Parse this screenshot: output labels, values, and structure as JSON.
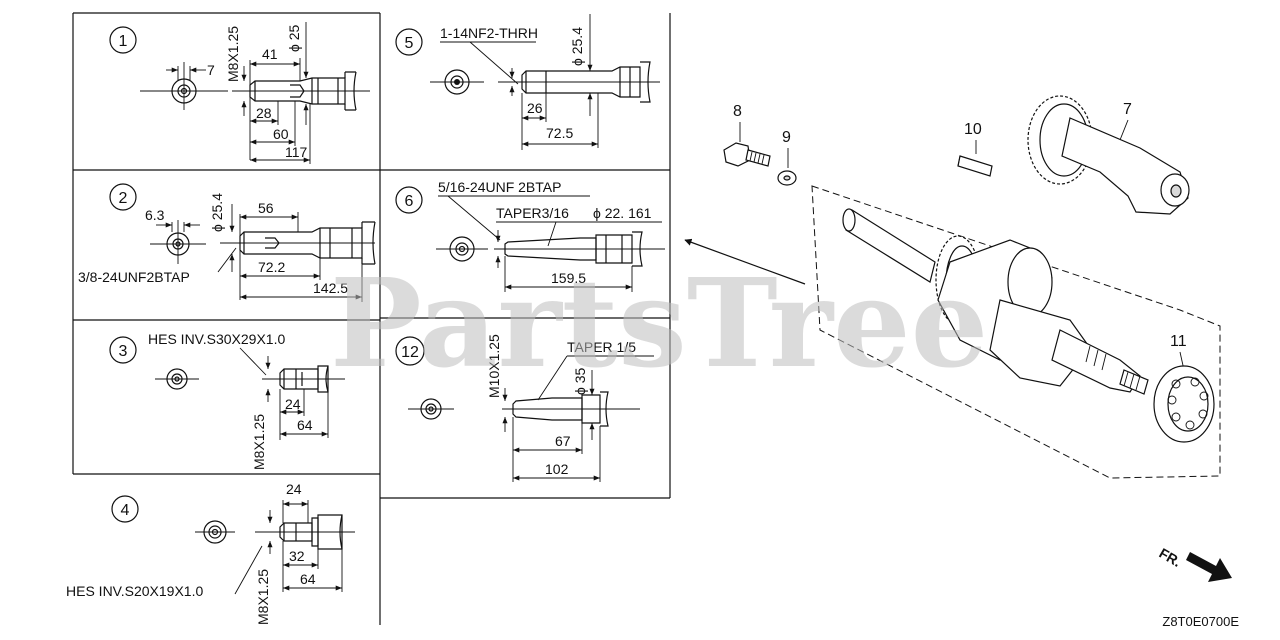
{
  "watermark": "PartsTree",
  "diagram_code": "Z8T0E0700E",
  "direction_label": "FR.",
  "panels": [
    {
      "number": "1",
      "dims": {
        "d7": "7",
        "d41": "41",
        "d28": "28",
        "d60": "60",
        "d117": "117",
        "thread": "M8X1.25",
        "dia": "ϕ 25"
      }
    },
    {
      "number": "2",
      "dims": {
        "d63": "6.3",
        "d56": "56",
        "d722": "72.2",
        "d1425": "142.5",
        "dia": "ϕ 25.4",
        "tap": "3/8-24UNF2BTAP"
      }
    },
    {
      "number": "3",
      "dims": {
        "spline": "HES INV.S30X29X1.0",
        "d24": "24",
        "d64": "64",
        "thread": "M8X1.25"
      }
    },
    {
      "number": "4",
      "dims": {
        "d24": "24",
        "d32": "32",
        "d64": "64",
        "spline": "HES INV.S20X19X1.0",
        "thread": "M8X1.25"
      }
    },
    {
      "number": "5",
      "dims": {
        "thread": "1-14NF2-THRH",
        "dia": "ϕ 25.4",
        "d26": "26",
        "d725": "72.5"
      }
    },
    {
      "number": "6",
      "dims": {
        "tap": "5/16-24UNF 2BTAP",
        "taper": "TAPER3/16",
        "dia": "ϕ 22. 161",
        "d1595": "159.5"
      }
    },
    {
      "number": "12",
      "dims": {
        "taper": "TAPER 1/5",
        "thread": "M10X1.25",
        "dia": "ϕ 35",
        "d67": "67",
        "d102": "102"
      }
    }
  ],
  "callouts": {
    "c7": "7",
    "c8": "8",
    "c9": "9",
    "c10": "10",
    "c11": "11"
  }
}
